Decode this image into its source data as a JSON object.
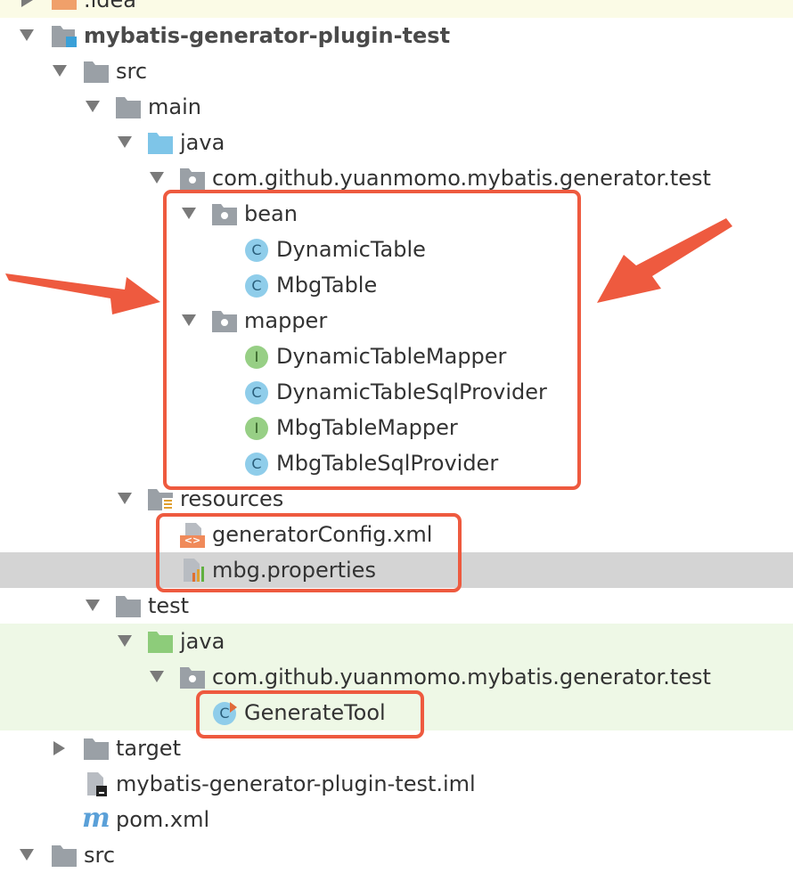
{
  "tree": {
    "idea_label": ".idea",
    "project_label": "mybatis-generator-plugin-test",
    "src_label": "src",
    "main_label": "main",
    "java_main_label": "java",
    "package_main_label": "com.github.yuanmomo.mybatis.generator.test",
    "bean_label": "bean",
    "dynamic_table_label": "DynamicTable",
    "mbg_table_label": "MbgTable",
    "mapper_label": "mapper",
    "dynamic_table_mapper_label": "DynamicTableMapper",
    "dynamic_table_sql_provider_label": "DynamicTableSqlProvider",
    "mbg_table_mapper_label": "MbgTableMapper",
    "mbg_table_sql_provider_label": "MbgTableSqlProvider",
    "resources_label": "resources",
    "generator_config_label": "generatorConfig.xml",
    "mbg_properties_label": "mbg.properties",
    "test_label": "test",
    "java_test_label": "java",
    "package_test_label": "com.github.yuanmomo.mybatis.generator.test",
    "generate_tool_label": "GenerateTool",
    "target_label": "target",
    "iml_label": "mybatis-generator-plugin-test.iml",
    "pom_label": "pom.xml",
    "src_bottom_label": "src"
  },
  "icons": {
    "class_letter": "C",
    "interface_letter": "I",
    "maven_letter": "m",
    "xml_glyph": "<>"
  },
  "colors": {
    "highlight_red": "#ee5a3f",
    "folder_gray": "#9aa0a6",
    "source_folder_blue": "#7ec5e8",
    "test_folder_green": "#8dcc7a",
    "class_circle": "#8fcdea",
    "interface_circle": "#97cf85",
    "selected_row": "#d4d4d4",
    "test_row": "#eef8e6"
  }
}
